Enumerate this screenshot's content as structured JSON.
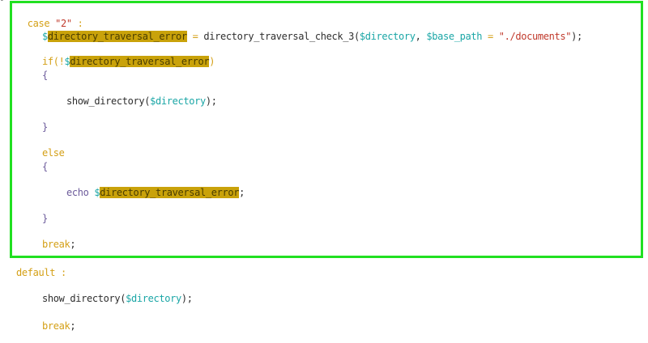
{
  "code": {
    "case_label": "case",
    "case_value": "\"2\"",
    "case_colon": " :",
    "line_assign_dollar": "$",
    "error_var": "directory_traversal_error",
    "assign_op": " = ",
    "check_fn": "directory_traversal_check_3(",
    "dir_var": "$directory",
    "comma": ", ",
    "base_path_var": "$base_path",
    "eq": " = ",
    "docs_str": "\"./documents\"",
    "close_paren_semi": ");",
    "if_open": "if(!",
    "if_dollar": "$",
    "if_close": ")",
    "open_brace": "{",
    "close_brace": "}",
    "show_fn": "show_directory(",
    "show_end": ");",
    "else_kw": "else",
    "echo_kw": "echo ",
    "echo_dollar": "$",
    "semi": ";",
    "break_kw": "break",
    "default_kw": "default :",
    "corner_mark": "¯"
  },
  "colors": {
    "highlight_box": "#21e021",
    "search_highlight": "#c9a20a",
    "keyword": "#d4a017",
    "variable": "#1aa6a6",
    "string": "#c0392b"
  }
}
